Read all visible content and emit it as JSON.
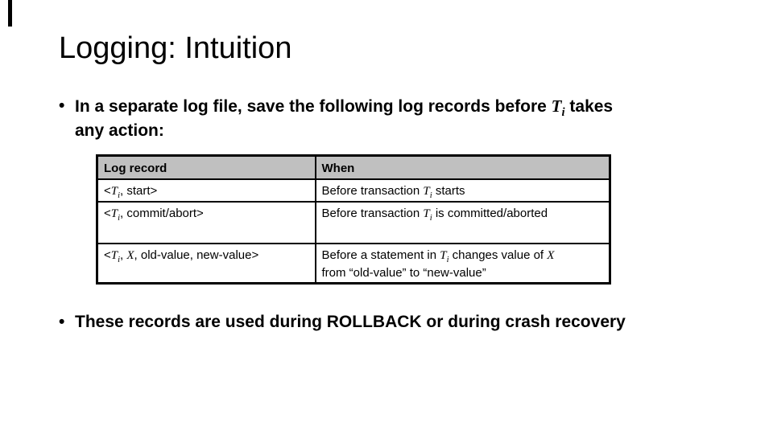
{
  "slide": {
    "title": "Logging: Intuition",
    "bullet_marker": "•",
    "bullet1": [
      {
        "text": "In a separate log file, save the following log records before "
      },
      {
        "math": "T",
        "sub": "i"
      },
      {
        "text": " takes"
      },
      {
        "break": true
      },
      {
        "text": "any action:"
      }
    ],
    "bullet2": [
      {
        "text": "These records are used during ROLLBACK or during crash recovery"
      }
    ]
  },
  "table": {
    "headers": [
      "Log record",
      "When"
    ],
    "rows": [
      {
        "log": [
          {
            "text": "<"
          },
          {
            "math": "T",
            "sub": "i"
          },
          {
            "text": ", start>"
          }
        ],
        "when": [
          {
            "text": "Before transaction "
          },
          {
            "math": "T",
            "sub": "i"
          },
          {
            "text": " starts"
          }
        ]
      },
      {
        "log": [
          {
            "text": "<"
          },
          {
            "math": "T",
            "sub": "i"
          },
          {
            "text": ", commit/abort>"
          }
        ],
        "when": [
          {
            "text": "Before transaction "
          },
          {
            "math": "T",
            "sub": "i"
          },
          {
            "text": " is committed/aborted"
          }
        ]
      },
      {
        "log": [
          {
            "text": "<"
          },
          {
            "math": "T",
            "sub": "i"
          },
          {
            "text": ", "
          },
          {
            "math": "X"
          },
          {
            "text": ", old-value, new-value>"
          }
        ],
        "when": [
          {
            "text": "Before a statement in "
          },
          {
            "math": "T",
            "sub": "i"
          },
          {
            "text": " changes value of "
          },
          {
            "math": "X"
          },
          {
            "break": true
          },
          {
            "text": "from “old-value” to “new-value”"
          }
        ]
      }
    ],
    "colors": {
      "header_bg": "#c0c0c0",
      "border": "#000000"
    }
  }
}
